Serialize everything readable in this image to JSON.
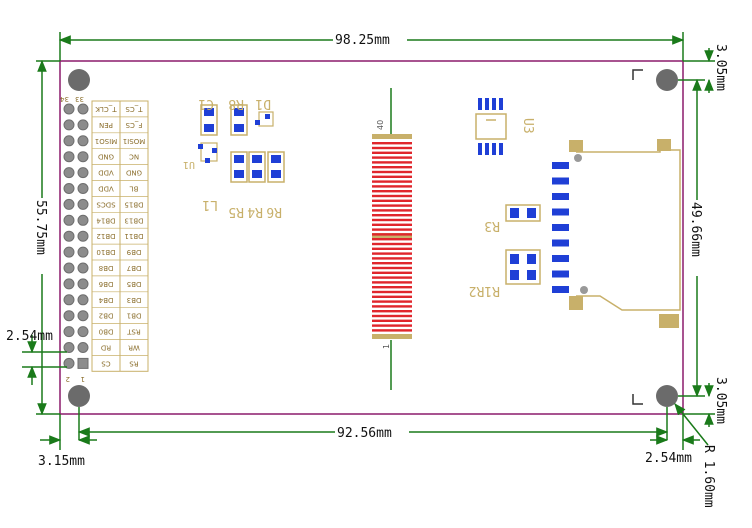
{
  "dimensions": {
    "width_total": "98.25mm",
    "width_holes": "92.56mm",
    "height_total": "55.75mm",
    "height_inner": "49.66mm",
    "top_margin": "3.05mm",
    "bottom_margin": "3.05mm",
    "pitch_left": "2.54mm",
    "left_offset": "3.15mm",
    "right_offset": "2.54mm",
    "hole_radius": "R 1.60mm"
  },
  "header": {
    "pin_top_labels": [
      "34",
      "33"
    ],
    "pin_bottom_labels": [
      "2",
      "1"
    ],
    "signal_left": [
      "T_CLK",
      "PEN",
      "MISO1",
      "GND",
      "VDD",
      "VDD",
      "SDCS",
      "DB14",
      "DB12",
      "DB10",
      "DB8",
      "DB6",
      "DB4",
      "DB2",
      "DB0",
      "RD",
      "CS"
    ],
    "signal_right": [
      "T_CS",
      "F_CS",
      "MOSI1",
      "NC",
      "GND",
      "BL",
      "DB15",
      "DB13",
      "DB11",
      "DB9",
      "DB7",
      "DB5",
      "DB3",
      "DB1",
      "RST",
      "WR",
      "RS"
    ]
  },
  "components": {
    "c1": "C1",
    "r8": "R8",
    "d1": "D1",
    "u1": "U1",
    "l1": "L1",
    "r5": "R5",
    "r4": "R4",
    "r6": "R6",
    "u3": "U3",
    "r3": "R3",
    "r1r2": "R1R2"
  },
  "fpc": {
    "pin_high": "40",
    "pin_low": "1"
  },
  "colors": {
    "board_outline": "#8b1a6b",
    "dimension_line": "#1a7a1a",
    "pad": "#1f3fd6",
    "silkscreen": "#c8b06a",
    "fpc_red": "#e0262c"
  }
}
